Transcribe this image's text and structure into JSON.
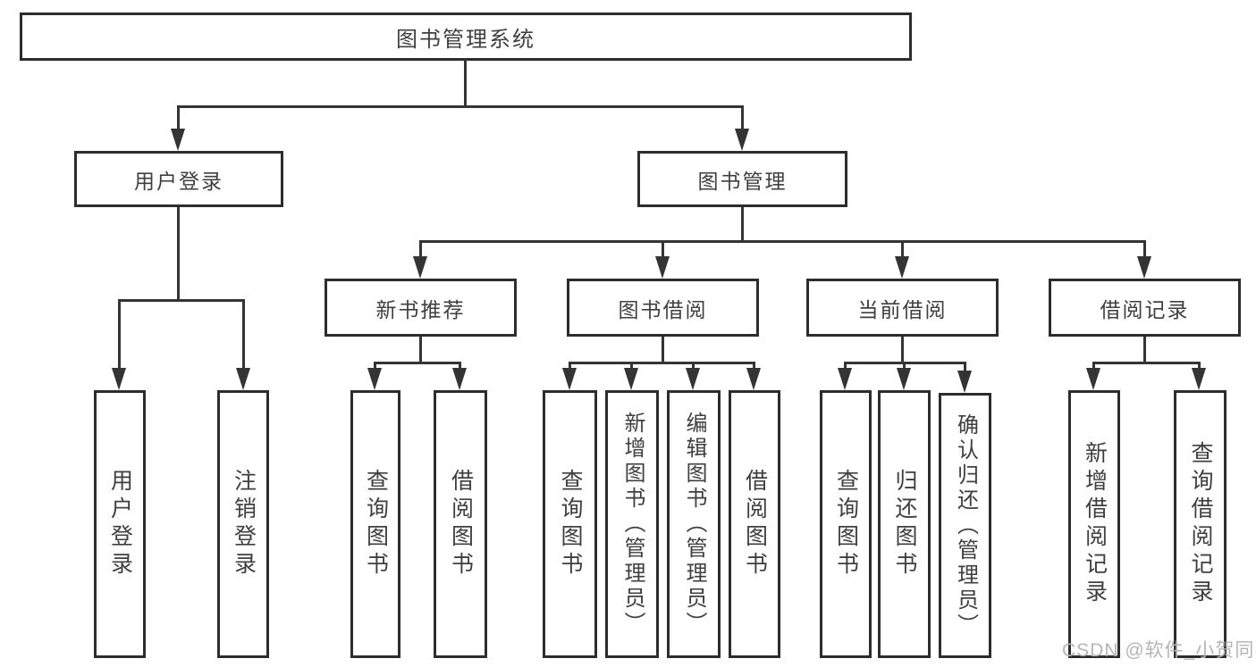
{
  "diagram": {
    "nodes": {
      "root": "图书管理系统",
      "user_login": "用户登录",
      "book_mgmt": "图书管理",
      "new_book_rec": "新书推荐",
      "book_borrow": "图书借阅",
      "current_borrow": "当前借阅",
      "borrow_records": "借阅记录"
    },
    "leaves": {
      "user_login": {
        "login": "用户登录",
        "logout": "注销登录"
      },
      "new_book_rec": {
        "query": "查询图书",
        "borrow": "借阅图书"
      },
      "book_borrow": {
        "query": "查询图书",
        "add": "新增图书（管理员）",
        "edit": "编辑图书（管理员）",
        "borrow": "借阅图书"
      },
      "current_borrow": {
        "query": "查询图书",
        "return": "归还图书",
        "confirm_return": "确认归还（管理员）"
      },
      "borrow_records": {
        "add": "新增借阅记录",
        "query": "查询借阅记录"
      }
    },
    "watermark": "CSDN @软件_小贺同学",
    "colors": {
      "line": "#343434",
      "box_border": "#2d2d2d",
      "text": "#3f3f3f",
      "watermark": "#b5b5b5",
      "background": "#ffffff"
    }
  }
}
